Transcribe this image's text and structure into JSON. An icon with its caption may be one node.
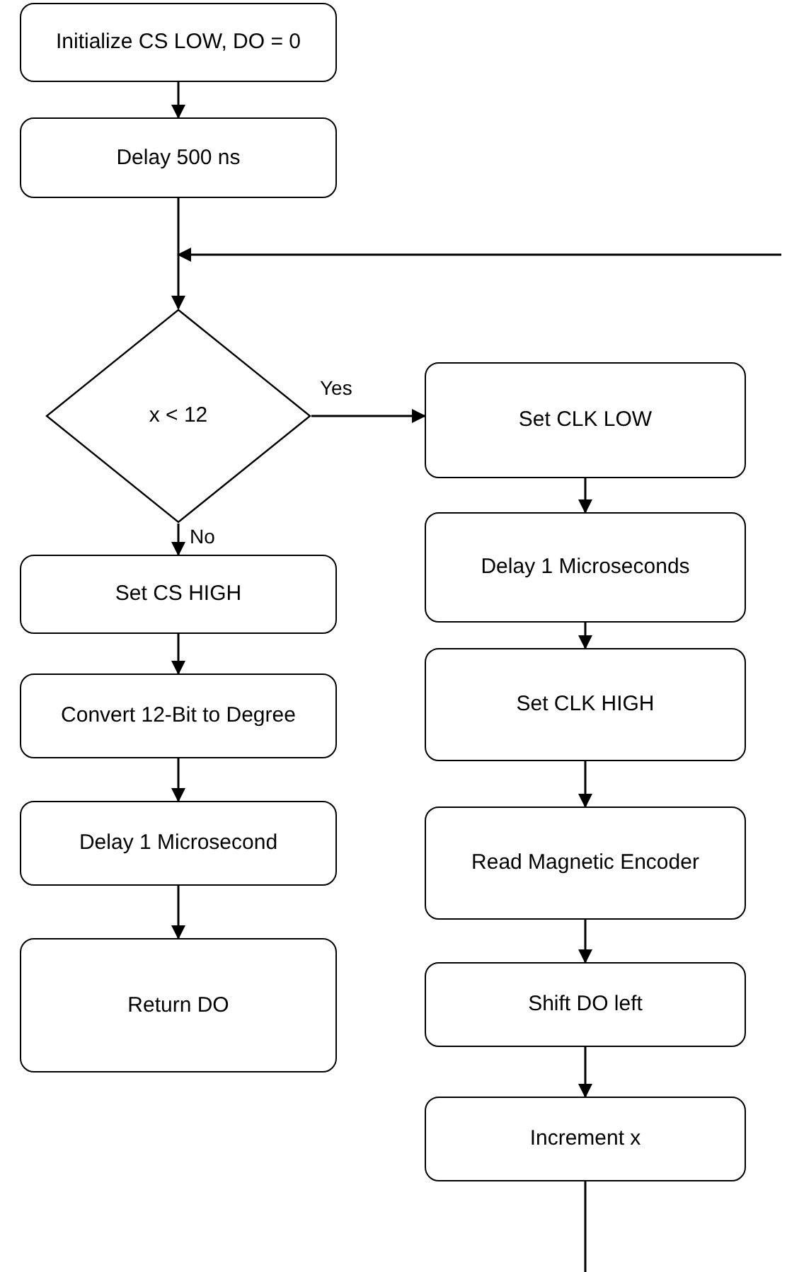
{
  "diagram": {
    "nodes": [
      {
        "text": [
          "Initialize CS LOW, DO = 0"
        ]
      },
      {
        "text": [
          "Delay 500 ns"
        ]
      },
      {
        "text": [
          "x < 12"
        ]
      },
      {
        "text": [
          "Set CLK LOW"
        ]
      },
      {
        "text": [
          "Delay 1 Microseconds"
        ]
      },
      {
        "text": [
          "Set CLK HIGH"
        ]
      },
      {
        "text": [
          "Read Magnetic Encoder"
        ]
      },
      {
        "text": [
          "Shift DO left"
        ]
      },
      {
        "text": [
          "Increment x"
        ]
      },
      {
        "text": [
          "Set CS HIGH"
        ]
      },
      {
        "text": [
          "Convert 12-Bit to Degree"
        ]
      },
      {
        "text": [
          "Delay 1 Microsecond"
        ]
      },
      {
        "text": [
          "Return DO"
        ]
      }
    ],
    "edges": [
      {
        "from": 0,
        "to": 1,
        "arrow": "to"
      },
      {
        "from": 1,
        "to": 2,
        "arrow": "to"
      },
      {
        "from": null,
        "to": 2,
        "arrow": "to"
      },
      {
        "from": 2,
        "to": 3,
        "arrow": "to",
        "label": "Yes"
      },
      {
        "from": 3,
        "to": 4,
        "arrow": "to"
      },
      {
        "from": 4,
        "to": 5,
        "arrow": "to"
      },
      {
        "from": 5,
        "to": 6,
        "arrow": "to"
      },
      {
        "from": 6,
        "to": 7,
        "arrow": "to"
      },
      {
        "from": 7,
        "to": 8,
        "arrow": "to"
      },
      {
        "from": 8,
        "to": null,
        "arrow": "none"
      },
      {
        "from": 2,
        "to": 9,
        "arrow": "to",
        "label": "No"
      },
      {
        "from": 9,
        "to": 10,
        "arrow": "to"
      },
      {
        "from": 10,
        "to": 11,
        "arrow": "to"
      },
      {
        "from": 11,
        "to": 12,
        "arrow": "to"
      }
    ]
  }
}
